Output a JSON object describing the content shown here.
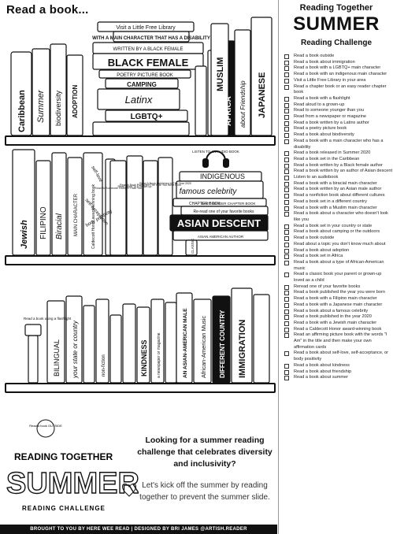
{
  "header": {
    "read_a_book": "Read a book..."
  },
  "shelf1": {
    "books": [
      {
        "label": "Caribbean"
      },
      {
        "label": "Summer"
      },
      {
        "label": "biodiversity"
      },
      {
        "label": "Visit a Little Free Library"
      },
      {
        "label": "WITH A MAIN CHARACTER THAT HAS A DISABILITY"
      },
      {
        "label": "WRITTEN BY A BLACK FEMALE"
      },
      {
        "label": "BLACK FEMALE"
      },
      {
        "label": "POETRY PICTURE BOOK"
      },
      {
        "label": "ADOPTION"
      },
      {
        "label": "CAMPING"
      },
      {
        "label": "Latinx"
      },
      {
        "label": "LGBTQ+"
      },
      {
        "label": "AFRICA"
      },
      {
        "label": "MUSLIM"
      },
      {
        "label": "about Friendship"
      },
      {
        "label": "JAPANESE"
      }
    ]
  },
  "shelf2": {
    "books": [
      {
        "label": "Jewish"
      },
      {
        "label": "FILIPINO"
      },
      {
        "label": "Biracial"
      },
      {
        "label": "MAIN CHARACTER"
      },
      {
        "label": "Caldecott Honor award-winning book"
      },
      {
        "label": "self-love"
      },
      {
        "label": "self-acceptance"
      },
      {
        "label": "body positivity"
      },
      {
        "label": "Read To Someone Younger Than You"
      },
      {
        "label": "Read Aloud To A Grown-up"
      },
      {
        "label": "Read A Book Published The Year You Were Born"
      },
      {
        "label": "Read A Book Published In The Year 2020"
      },
      {
        "label": "LISTEN TO AN AUDIO BOOK"
      },
      {
        "label": "INDIGENOUS"
      },
      {
        "label": "famous celebrity"
      },
      {
        "label": "CHAPTER BOOK"
      },
      {
        "label": "EASY READER CHAPTER BOOK"
      },
      {
        "label": "Re-read one of your favorite books"
      },
      {
        "label": "ASIAN DESCENT"
      },
      {
        "label": "ASIAN AMERICAN AUTHOR"
      },
      {
        "label": "CLASSIC"
      }
    ]
  },
  "shelf3": {
    "books": [
      {
        "label": "Read a book using a flashlight"
      },
      {
        "label": "BILINGUAL"
      },
      {
        "label": "your state or country"
      },
      {
        "label": "non-fiction"
      },
      {
        "label": "KINDNESS"
      },
      {
        "label": "a newspaper or magazine"
      },
      {
        "label": "AN ASIAN-AMERICAN MALE"
      },
      {
        "label": "African-American Music"
      },
      {
        "label": "DIFFERENT COUNTRY"
      },
      {
        "label": "IMMIGRATION"
      }
    ]
  },
  "logo": {
    "outside_badge": "Read a book OUTSIDE",
    "reading_together": "READING TOGETHER",
    "summer": "SUMMER",
    "reading_challenge": "READING CHALLENGE"
  },
  "promo": {
    "question": "Looking for a summer reading challenge that celebrates diversity and inclusivity?",
    "body": "Let's kick off the summer by reading together to prevent the summer slide."
  },
  "footer": {
    "text": "BROUGHT TO YOU BY HERE WEE READ  |  DESIGNED BY BRI JAMES @ARTISH.READER"
  },
  "sidebar": {
    "title1": "Reading Together",
    "title2": "SUMMER",
    "title3": "Reading Challenge",
    "items": [
      "Read a book outside",
      "Read a book about immigration",
      "Read a book with a LGBTQ+ main character",
      "Read a book with an indigenous main character",
      "Visit a Little Free Library in your area",
      "Read a chapter book or an easy reader chapter book",
      "Read a book with a flashlight",
      "Read aloud to a grown-up",
      "Read to someone younger than you",
      "Read from a newspaper or magazine",
      "Read a book written by a Latinx author",
      "Read a poetry picture book",
      "Read a book about biodiversity",
      "Read a book with a main character who has a disability",
      "Read a book released in Summer 2020",
      "Read a book set in the Caribbean",
      "Read a book written by a Black female author",
      "Read a book written by an author of Asian descent",
      "Listen to an audiobook",
      "Read a book with a biracial main character",
      "Read a book written by an Asian male author",
      "Read a nonfiction book about different cultures",
      "Read a book set in a different country",
      "Read a book with a Muslim main character",
      "Read a book about a character who doesn't look like you",
      "Read a book set in your country or state",
      "Read a book about camping or the outdoors",
      "Read a book outside",
      "Read about a topic you don't know much about",
      "Read a book about adoption",
      "Read a book set in Africa",
      "Read a book about a type of African-American music",
      "Read a classic book your parent or grown-up loved as a child",
      "Reread one of your favorite books",
      "Read a book published the year you were born",
      "Read a book with a Filipino main character",
      "Read a book with a Japanese main character",
      "Read a book about a famous celebrity",
      "Read a book published in the year 2020",
      "Read a book with a Jewish main character",
      "Read a Caldecott Honor award-winning book",
      "Read an affirming picture book with the words \"I Am\" in the title and then make your own affirmation cards",
      "Read a book about self-love, self-acceptance, or body positivity",
      "Read a book about kindness",
      "Read a book about friendship",
      "Read a book about summer"
    ]
  }
}
